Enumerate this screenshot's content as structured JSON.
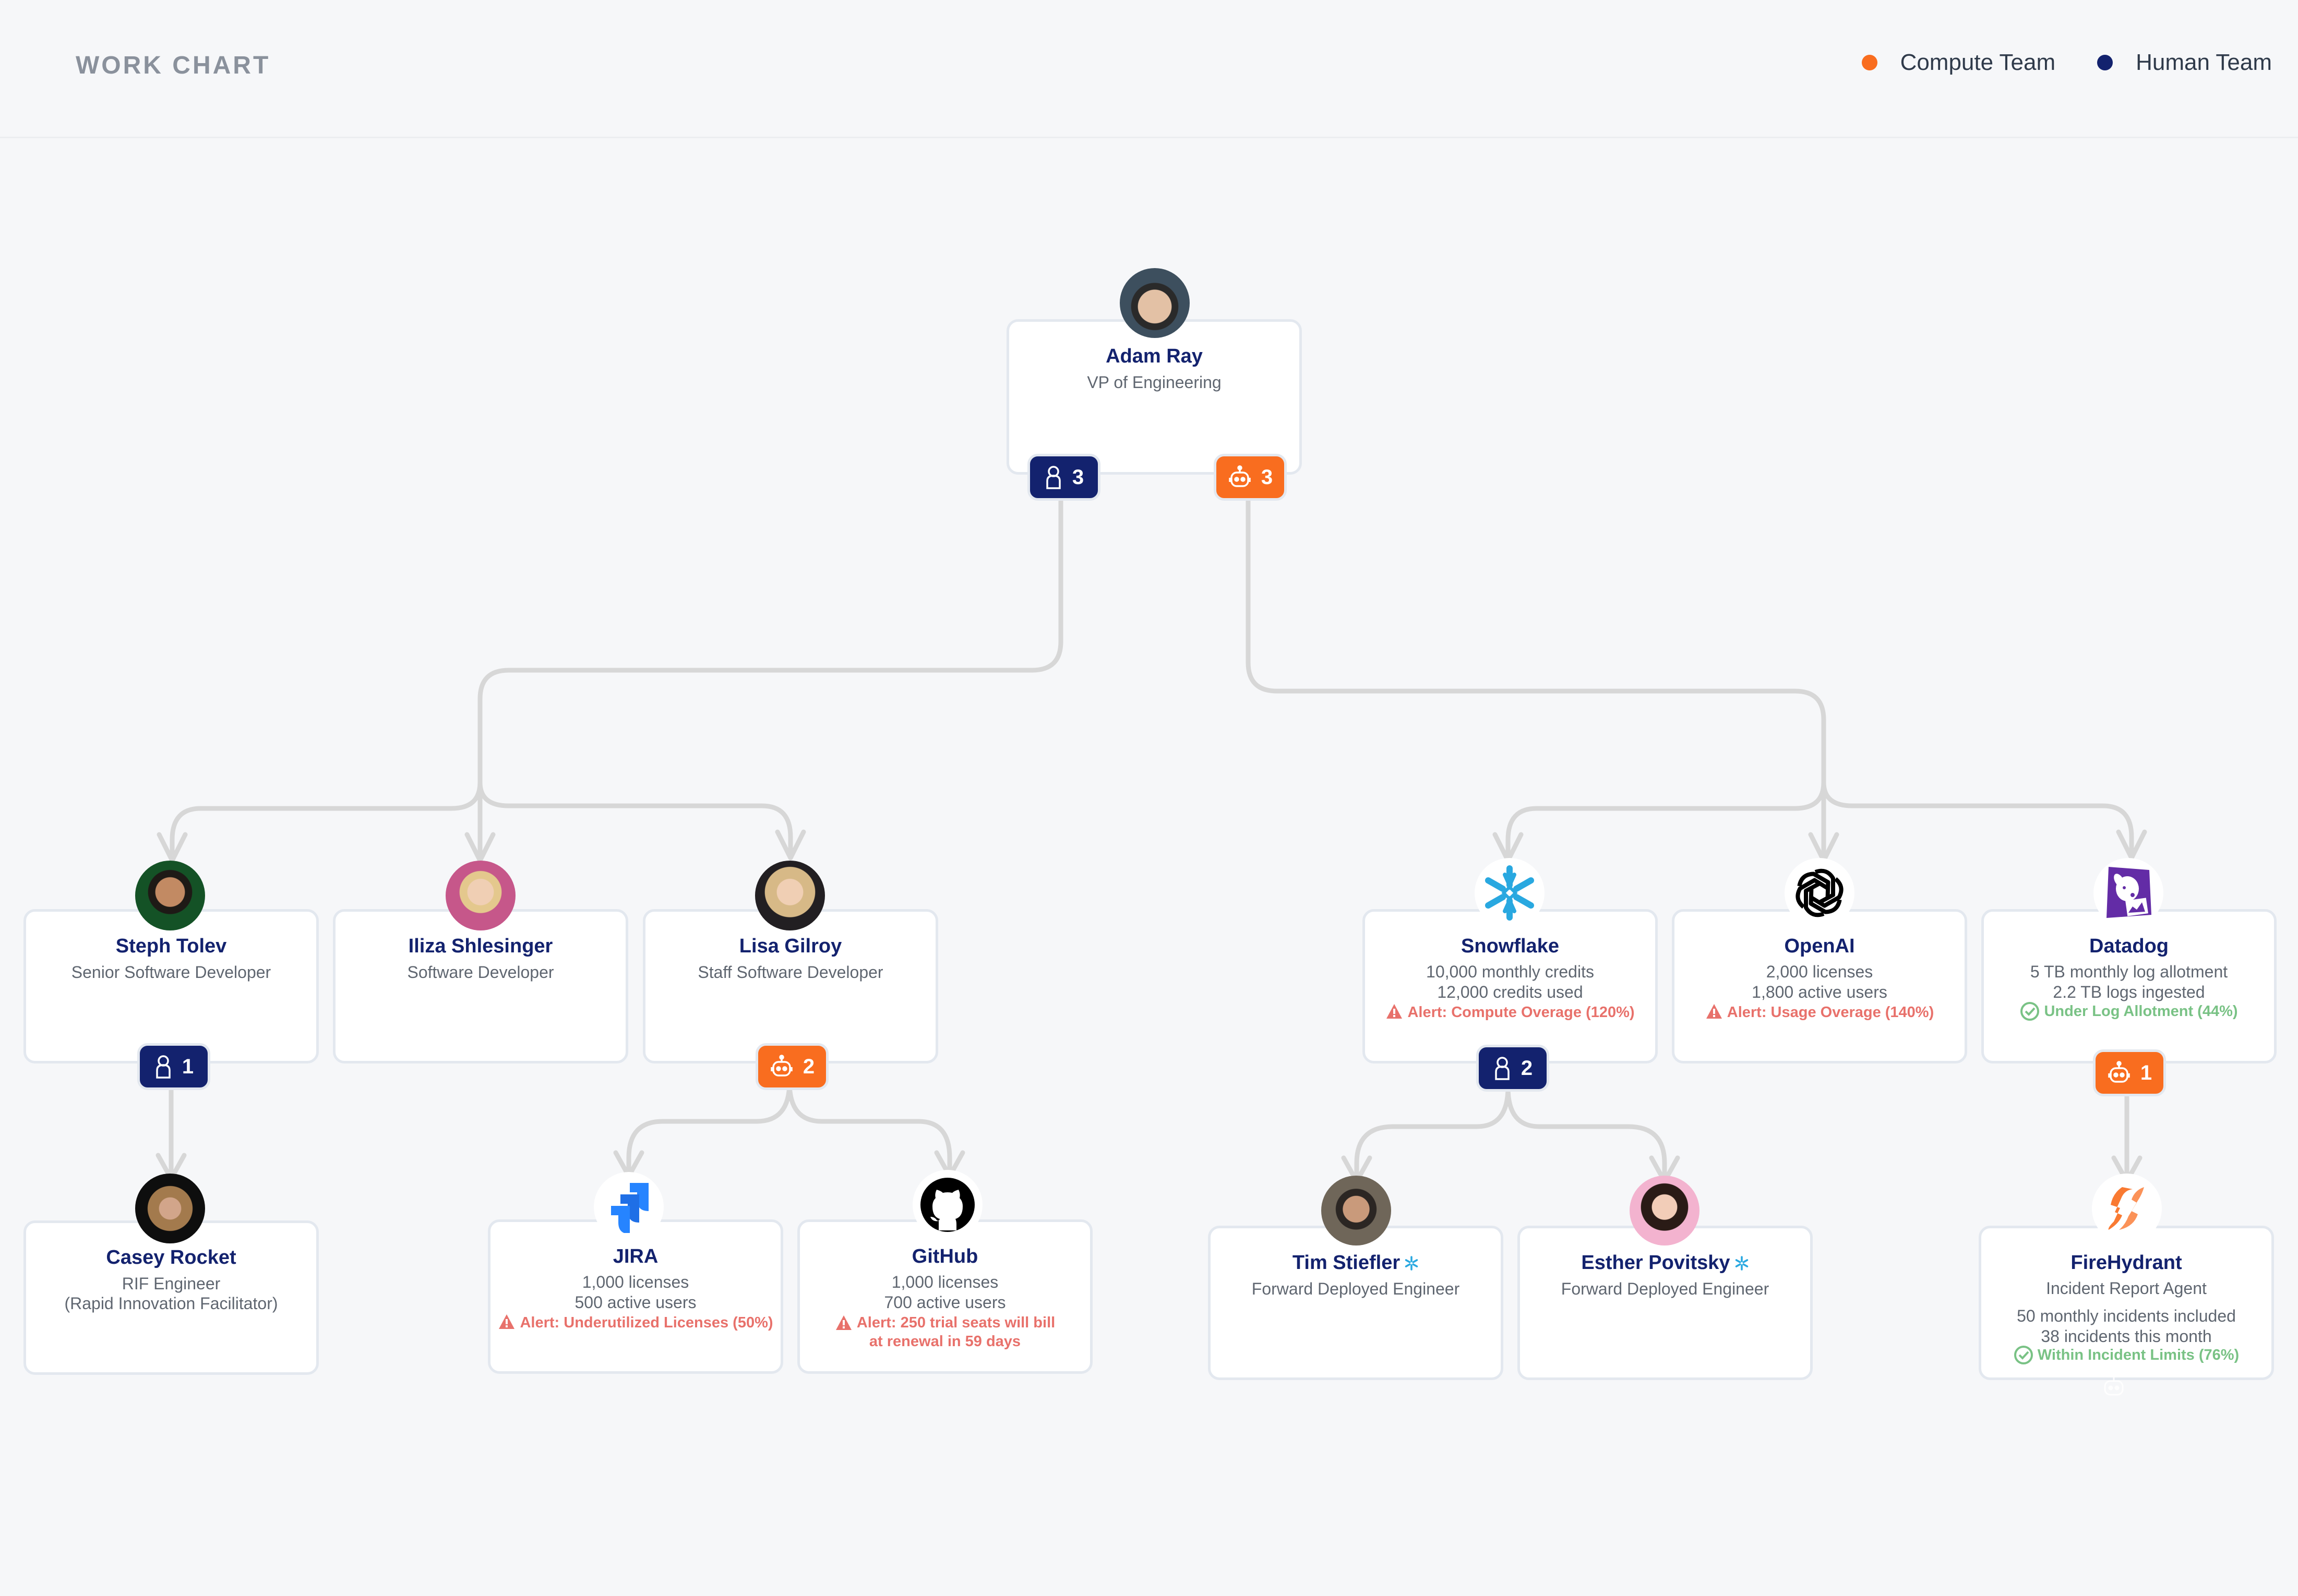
{
  "header": {
    "title": "WORK CHART",
    "legend": [
      {
        "label": "Compute Team",
        "color": "#f96d1f"
      },
      {
        "label": "Human Team",
        "color": "#13226e"
      }
    ]
  },
  "colors": {
    "human": "#13226e",
    "compute": "#f96d1f",
    "alert": "#e8716b",
    "ok": "#79c285",
    "edge": "#d7d7d7"
  },
  "root": {
    "name": "Adam Ray",
    "role": "VP of Engineering",
    "human_count": "3",
    "compute_count": "3"
  },
  "humans_l2": [
    {
      "name": "Steph Tolev",
      "role": "Senior Software Developer",
      "human_count": "1"
    },
    {
      "name": "Iliza Shlesinger",
      "role": "Software Developer"
    },
    {
      "name": "Lisa Gilroy",
      "role": "Staff Software Developer",
      "compute_count": "2"
    }
  ],
  "compute_l2": [
    {
      "name": "Snowflake",
      "lines": [
        "10,000 monthly credits",
        "12,000 credits used"
      ],
      "alert": "Alert: Compute Overage (120%)",
      "human_count": "2"
    },
    {
      "name": "OpenAI",
      "lines": [
        "2,000 licenses",
        "1,800 active users"
      ],
      "alert": "Alert: Usage Overage (140%)"
    },
    {
      "name": "Datadog",
      "lines": [
        "5 TB monthly log allotment",
        "2.2 TB logs ingested"
      ],
      "ok": "Under Log Allotment (44%)",
      "compute_count": "1"
    }
  ],
  "level3": {
    "casey": {
      "name": "Casey Rocket",
      "role": "RIF Engineer",
      "role2": "(Rapid Innovation Facilitator)"
    },
    "jira": {
      "name": "JIRA",
      "lines": [
        "1,000 licenses",
        "500 active users"
      ],
      "alert": "Alert: Underutilized Licenses (50%)"
    },
    "github": {
      "name": "GitHub",
      "lines": [
        "1,000 licenses",
        "700 active users"
      ],
      "alert": "Alert: 250 trial seats will bill",
      "alert2": "at renewal in 59 days"
    },
    "tim": {
      "name": "Tim Stiefler",
      "role": "Forward Deployed Engineer"
    },
    "esther": {
      "name": "Esther Povitsky",
      "role": "Forward Deployed Engineer"
    },
    "firehydrant": {
      "name": "FireHydrant",
      "role": "Incident Report Agent",
      "lines": [
        "50 monthly incidents included",
        "38 incidents this month"
      ],
      "ok": "Within Incident Limits (76%)"
    }
  }
}
